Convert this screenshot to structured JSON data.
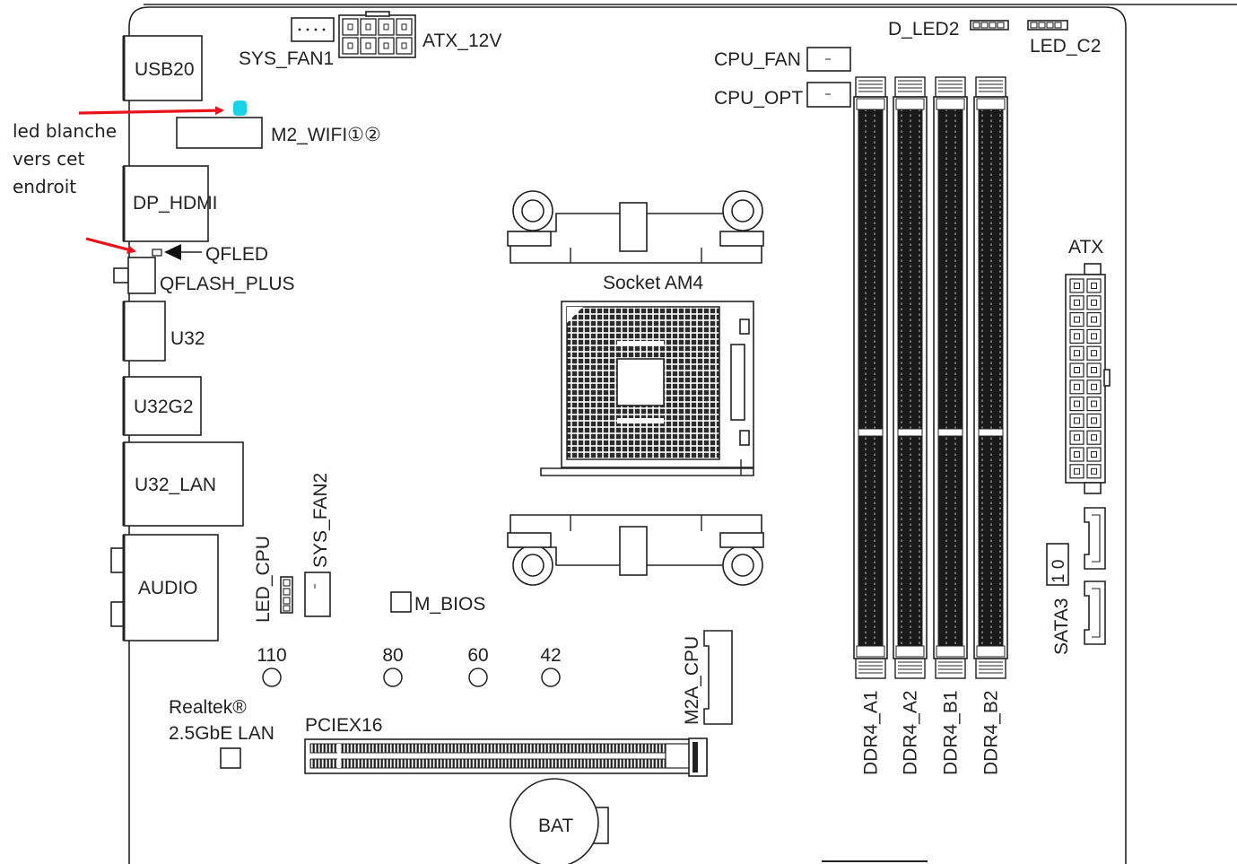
{
  "annotation": {
    "lines": [
      "led blanche",
      "vers cet",
      "endroit"
    ],
    "arrow_color": "#e8141b",
    "led_color": "#19d3e8"
  },
  "labels": {
    "usb20": "USB20",
    "sys_fan1": "SYS_FAN1",
    "atx_12v": "ATX_12V",
    "d_led2": "D_LED2",
    "led_c2": "LED_C2",
    "cpu_fan": "CPU_FAN",
    "cpu_opt": "CPU_OPT",
    "m2_wifi": "M2_WIFI①②",
    "dp_hdmi": "DP_HDMI",
    "qfled": "QFLED",
    "qflash_plus": "QFLASH_PLUS",
    "u32": "U32",
    "u32g2": "U32G2",
    "u32_lan": "U32_LAN",
    "audio": "AUDIO",
    "led_cpu": "LED_CPU",
    "sys_fan2": "SYS_FAN2",
    "m_bios": "M_BIOS",
    "socket": "Socket AM4",
    "atx": "ATX",
    "sata3": "SATA3",
    "sata_ports": "1 0",
    "m2a_cpu": "M2A_CPU",
    "pciex16": "PCIEX16",
    "realtek_line1": "Realtek®",
    "realtek_line2": "2.5GbE LAN",
    "bat": "BAT"
  },
  "m2_sizes": [
    "110",
    "80",
    "60",
    "42"
  ],
  "dimms": [
    "DDR4_A1",
    "DDR4_A2",
    "DDR4_B1",
    "DDR4_B2"
  ]
}
